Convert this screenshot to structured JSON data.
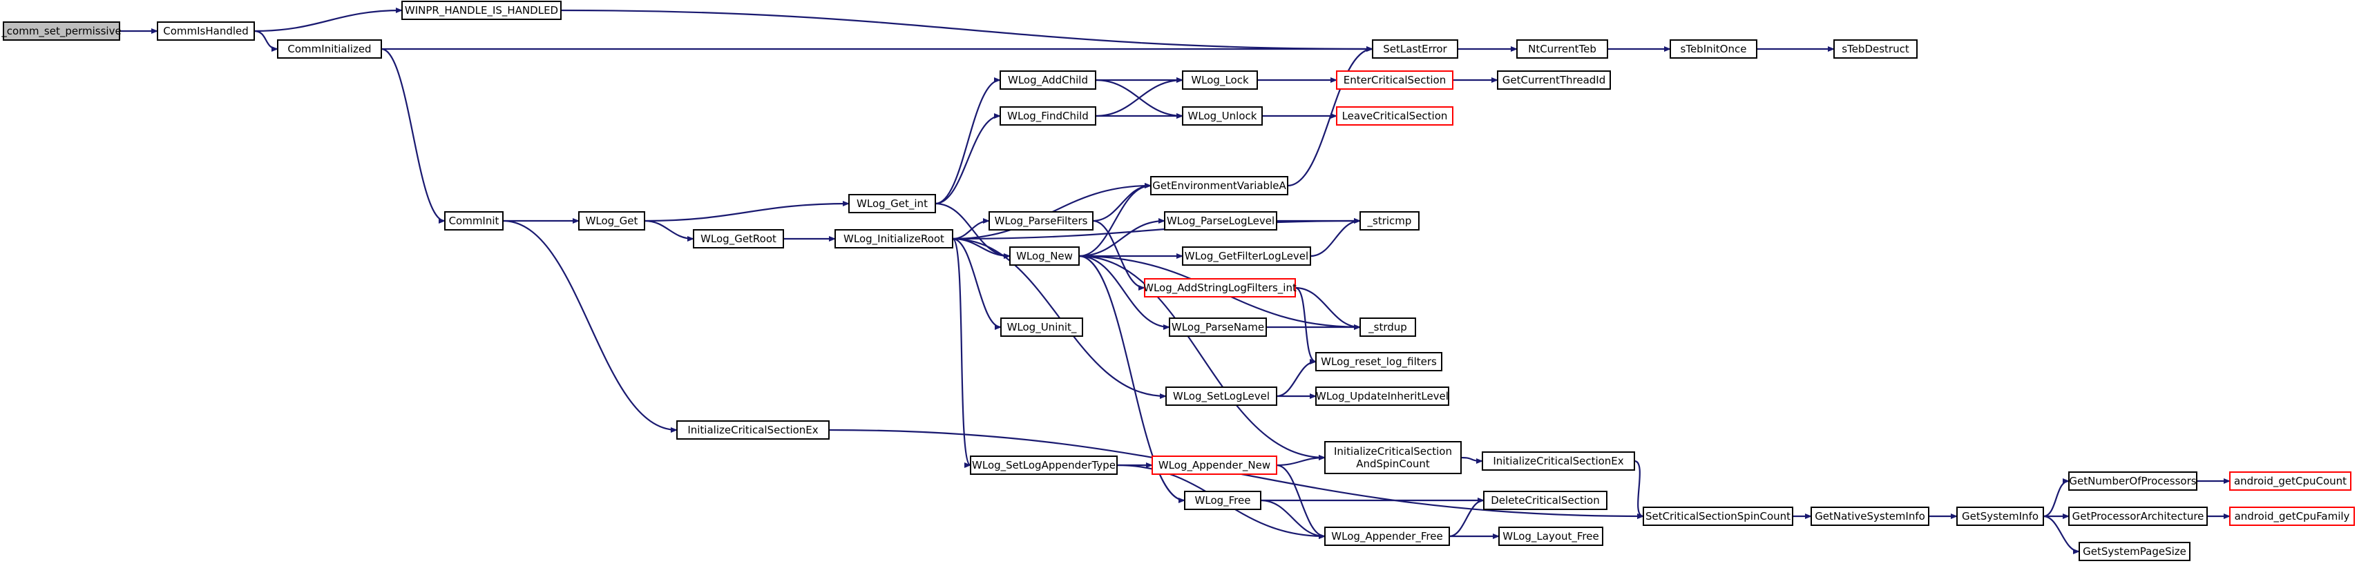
{
  "colors": {
    "edge": "#191970",
    "node_border": "#000000",
    "node_border_truncated": "#ff0000",
    "node_fill": "#ffffff",
    "root_fill": "#bfbfbf",
    "text": "#000000"
  },
  "nodes": [
    {
      "id": "comm_set_permissive",
      "label": "_comm_set_permissive",
      "root": true
    },
    {
      "id": "CommIsHandled",
      "label": "CommIsHandled"
    },
    {
      "id": "CommInitialized",
      "label": "CommInitialized"
    },
    {
      "id": "WINPR_HANDLE_IS_HANDLED",
      "label": "WINPR_HANDLE_IS_HANDLED"
    },
    {
      "id": "SetLastError",
      "label": "SetLastError"
    },
    {
      "id": "NtCurrentTeb",
      "label": "NtCurrentTeb"
    },
    {
      "id": "sTebInitOnce",
      "label": "sTebInitOnce"
    },
    {
      "id": "sTebDestruct",
      "label": "sTebDestruct"
    },
    {
      "id": "CommInit",
      "label": "CommInit"
    },
    {
      "id": "WLog_Get",
      "label": "WLog_Get"
    },
    {
      "id": "WLog_GetRoot",
      "label": "WLog_GetRoot"
    },
    {
      "id": "InitializeCriticalSectionEx_1",
      "label": "InitializeCriticalSectionEx"
    },
    {
      "id": "WLog_Get_int",
      "label": "WLog_Get_int"
    },
    {
      "id": "WLog_InitializeRoot",
      "label": "WLog_InitializeRoot"
    },
    {
      "id": "WLog_AddChild",
      "label": "WLog_AddChild"
    },
    {
      "id": "WLog_FindChild",
      "label": "WLog_FindChild"
    },
    {
      "id": "WLog_Lock",
      "label": "WLog_Lock"
    },
    {
      "id": "WLog_Unlock",
      "label": "WLog_Unlock"
    },
    {
      "id": "EnterCriticalSection",
      "label": "EnterCriticalSection",
      "truncated": true
    },
    {
      "id": "LeaveCriticalSection",
      "label": "LeaveCriticalSection",
      "truncated": true
    },
    {
      "id": "GetCurrentThreadId",
      "label": "GetCurrentThreadId"
    },
    {
      "id": "GetEnvironmentVariableA",
      "label": "GetEnvironmentVariableA"
    },
    {
      "id": "WLog_ParseFilters",
      "label": "WLog_ParseFilters"
    },
    {
      "id": "WLog_New",
      "label": "WLog_New"
    },
    {
      "id": "WLog_ParseLogLevel",
      "label": "WLog_ParseLogLevel"
    },
    {
      "id": "stricmp",
      "label": "_stricmp"
    },
    {
      "id": "WLog_GetFilterLogLevel",
      "label": "WLog_GetFilterLogLevel"
    },
    {
      "id": "WLog_AddStringLogFilters_int",
      "label": "WLog_AddStringLogFilters_int",
      "truncated": true
    },
    {
      "id": "WLog_ParseName",
      "label": "WLog_ParseName"
    },
    {
      "id": "strdup",
      "label": "_strdup"
    },
    {
      "id": "WLog_reset_log_filters",
      "label": "WLog_reset_log_filters"
    },
    {
      "id": "WLog_Uninit_",
      "label": "WLog_Uninit_"
    },
    {
      "id": "WLog_SetLogLevel",
      "label": "WLog_SetLogLevel"
    },
    {
      "id": "WLog_UpdateInheritLevel",
      "label": "WLog_UpdateInheritLevel"
    },
    {
      "id": "WLog_SetLogAppenderType",
      "label": "WLog_SetLogAppenderType"
    },
    {
      "id": "WLog_Appender_New",
      "label": "WLog_Appender_New",
      "truncated": true
    },
    {
      "id": "InitializeCriticalSectionAndSpinCount",
      "label": "InitializeCriticalSection\nAndSpinCount"
    },
    {
      "id": "InitializeCriticalSectionEx_2",
      "label": "InitializeCriticalSectionEx"
    },
    {
      "id": "WLog_Free",
      "label": "WLog_Free"
    },
    {
      "id": "WLog_Appender_Free",
      "label": "WLog_Appender_Free"
    },
    {
      "id": "DeleteCriticalSection",
      "label": "DeleteCriticalSection"
    },
    {
      "id": "WLog_Layout_Free",
      "label": "WLog_Layout_Free"
    },
    {
      "id": "SetCriticalSectionSpinCount",
      "label": "SetCriticalSectionSpinCount"
    },
    {
      "id": "GetNativeSystemInfo",
      "label": "GetNativeSystemInfo"
    },
    {
      "id": "GetSystemInfo",
      "label": "GetSystemInfo"
    },
    {
      "id": "GetNumberOfProcessors",
      "label": "GetNumberOfProcessors"
    },
    {
      "id": "GetProcessorArchitecture",
      "label": "GetProcessorArchitecture"
    },
    {
      "id": "GetSystemPageSize",
      "label": "GetSystemPageSize"
    },
    {
      "id": "android_getCpuCount",
      "label": "android_getCpuCount",
      "truncated": true
    },
    {
      "id": "android_getCpuFamily",
      "label": "android_getCpuFamily",
      "truncated": true
    }
  ],
  "edges": [
    [
      "comm_set_permissive",
      "CommIsHandled"
    ],
    [
      "CommIsHandled",
      "WINPR_HANDLE_IS_HANDLED"
    ],
    [
      "CommIsHandled",
      "CommInitialized"
    ],
    [
      "WINPR_HANDLE_IS_HANDLED",
      "SetLastError"
    ],
    [
      "CommInitialized",
      "SetLastError"
    ],
    [
      "CommInitialized",
      "CommInit"
    ],
    [
      "SetLastError",
      "NtCurrentTeb"
    ],
    [
      "NtCurrentTeb",
      "sTebInitOnce"
    ],
    [
      "sTebInitOnce",
      "sTebDestruct"
    ],
    [
      "CommInit",
      "WLog_Get"
    ],
    [
      "CommInit",
      "InitializeCriticalSectionEx_1"
    ],
    [
      "WLog_Get",
      "WLog_Get_int"
    ],
    [
      "WLog_Get",
      "WLog_GetRoot"
    ],
    [
      "WLog_GetRoot",
      "WLog_InitializeRoot"
    ],
    [
      "WLog_Get_int",
      "WLog_AddChild"
    ],
    [
      "WLog_Get_int",
      "WLog_FindChild"
    ],
    [
      "WLog_Get_int",
      "WLog_New"
    ],
    [
      "WLog_InitializeRoot",
      "GetEnvironmentVariableA"
    ],
    [
      "WLog_InitializeRoot",
      "stricmp"
    ],
    [
      "WLog_InitializeRoot",
      "WLog_ParseFilters"
    ],
    [
      "WLog_InitializeRoot",
      "WLog_New"
    ],
    [
      "WLog_InitializeRoot",
      "WLog_Uninit_"
    ],
    [
      "WLog_InitializeRoot",
      "WLog_SetLogAppenderType"
    ],
    [
      "WLog_InitializeRoot",
      "WLog_SetLogLevel"
    ],
    [
      "WLog_AddChild",
      "WLog_Lock"
    ],
    [
      "WLog_AddChild",
      "WLog_Unlock"
    ],
    [
      "WLog_FindChild",
      "WLog_Lock"
    ],
    [
      "WLog_FindChild",
      "WLog_Unlock"
    ],
    [
      "WLog_Lock",
      "EnterCriticalSection"
    ],
    [
      "WLog_Unlock",
      "LeaveCriticalSection"
    ],
    [
      "EnterCriticalSection",
      "GetCurrentThreadId"
    ],
    [
      "GetEnvironmentVariableA",
      "SetLastError"
    ],
    [
      "WLog_ParseFilters",
      "GetEnvironmentVariableA"
    ],
    [
      "WLog_ParseFilters",
      "WLog_AddStringLogFilters_int"
    ],
    [
      "WLog_New",
      "GetEnvironmentVariableA"
    ],
    [
      "WLog_New",
      "WLog_ParseLogLevel"
    ],
    [
      "WLog_New",
      "WLog_GetFilterLogLevel"
    ],
    [
      "WLog_New",
      "WLog_ParseName"
    ],
    [
      "WLog_New",
      "strdup"
    ],
    [
      "WLog_New",
      "InitializeCriticalSectionAndSpinCount"
    ],
    [
      "WLog_New",
      "WLog_Free"
    ],
    [
      "WLog_ParseLogLevel",
      "stricmp"
    ],
    [
      "WLog_GetFilterLogLevel",
      "stricmp"
    ],
    [
      "WLog_AddStringLogFilters_int",
      "strdup"
    ],
    [
      "WLog_AddStringLogFilters_int",
      "WLog_reset_log_filters"
    ],
    [
      "WLog_ParseName",
      "strdup"
    ],
    [
      "WLog_SetLogLevel",
      "WLog_reset_log_filters"
    ],
    [
      "WLog_SetLogLevel",
      "WLog_UpdateInheritLevel"
    ],
    [
      "WLog_SetLogAppenderType",
      "WLog_Appender_New"
    ],
    [
      "WLog_SetLogAppenderType",
      "WLog_Appender_Free"
    ],
    [
      "WLog_Appender_New",
      "InitializeCriticalSectionAndSpinCount"
    ],
    [
      "WLog_Appender_New",
      "WLog_Appender_Free"
    ],
    [
      "InitializeCriticalSectionAndSpinCount",
      "InitializeCriticalSectionEx_2"
    ],
    [
      "InitializeCriticalSectionEx_2",
      "SetCriticalSectionSpinCount"
    ],
    [
      "InitializeCriticalSectionEx_1",
      "SetCriticalSectionSpinCount"
    ],
    [
      "WLog_Free",
      "DeleteCriticalSection"
    ],
    [
      "WLog_Free",
      "WLog_Appender_Free"
    ],
    [
      "WLog_Appender_Free",
      "DeleteCriticalSection"
    ],
    [
      "WLog_Appender_Free",
      "WLog_Layout_Free"
    ],
    [
      "SetCriticalSectionSpinCount",
      "GetNativeSystemInfo"
    ],
    [
      "GetNativeSystemInfo",
      "GetSystemInfo"
    ],
    [
      "GetSystemInfo",
      "GetNumberOfProcessors"
    ],
    [
      "GetSystemInfo",
      "GetProcessorArchitecture"
    ],
    [
      "GetSystemInfo",
      "GetSystemPageSize"
    ],
    [
      "GetNumberOfProcessors",
      "android_getCpuCount"
    ],
    [
      "GetProcessorArchitecture",
      "android_getCpuFamily"
    ]
  ]
}
